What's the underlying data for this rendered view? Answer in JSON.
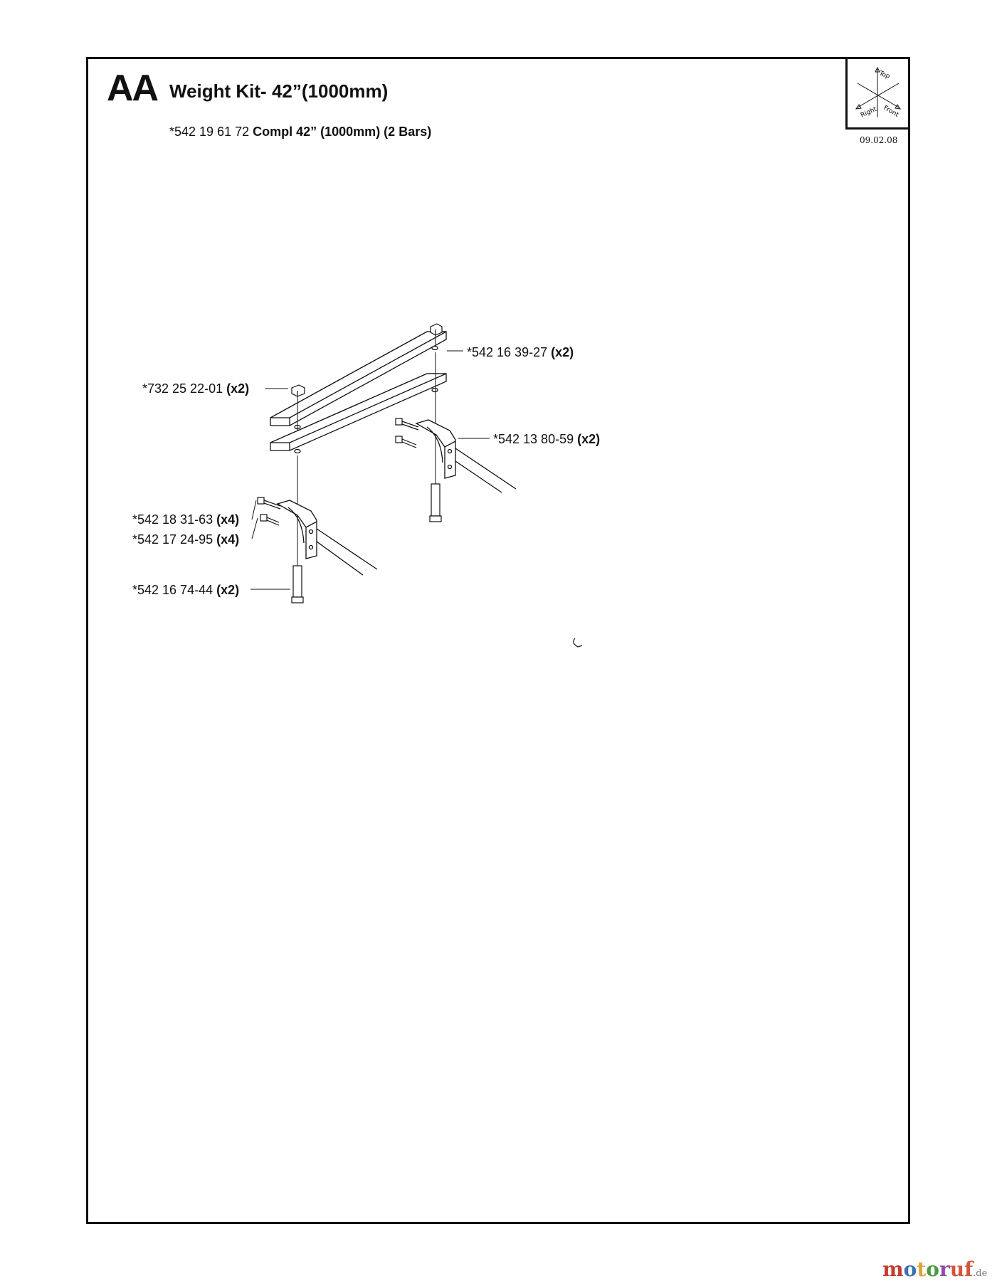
{
  "header": {
    "section": "AA",
    "title": "Weight Kit- 42”(1000mm)",
    "kit_number": "*542 19 61 72",
    "kit_desc": "Compl 42” (1000mm) (2 Bars)"
  },
  "orientation": {
    "top": "Top",
    "right": "Right",
    "front": "Front",
    "icon": "orientation-axes-icon"
  },
  "date": "09.02.08",
  "parts": [
    {
      "number": "*542 16 39-27",
      "qty": "(x2)"
    },
    {
      "number": "*732 25 22-01",
      "qty": "(x2)"
    },
    {
      "number": "*542 13 80-59",
      "qty": "(x2)"
    },
    {
      "number": "*542 18 31-63",
      "qty": "(x4)"
    },
    {
      "number": "*542 17 24-95",
      "qty": "(x4)"
    },
    {
      "number": "*542 16 74-44",
      "qty": "(x2)"
    }
  ],
  "watermark": {
    "letters": [
      "m",
      "o",
      "t",
      "o",
      "r",
      "uf"
    ],
    "suffix": ".de"
  }
}
